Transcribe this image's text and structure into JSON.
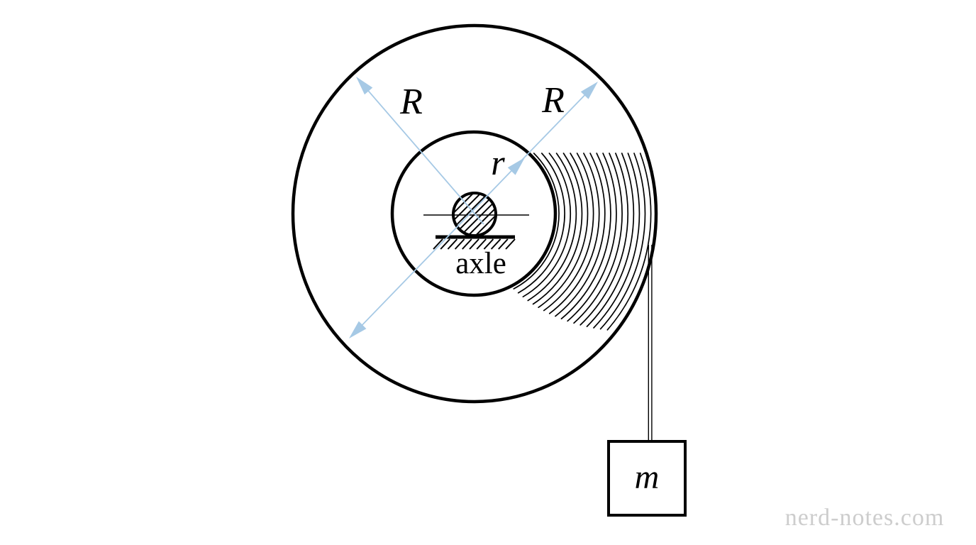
{
  "diagram": {
    "labels": {
      "radius_left": "R",
      "radius_right": "R",
      "inner_radius": "r",
      "axle": "axle",
      "mass": "m"
    }
  },
  "watermark": {
    "text": "nerd-notes.com"
  },
  "colors": {
    "ink": "#000000",
    "background": "#ffffff",
    "arrow_blue": "#a6c9e5",
    "watermark_gray": "#cdcdcd"
  }
}
